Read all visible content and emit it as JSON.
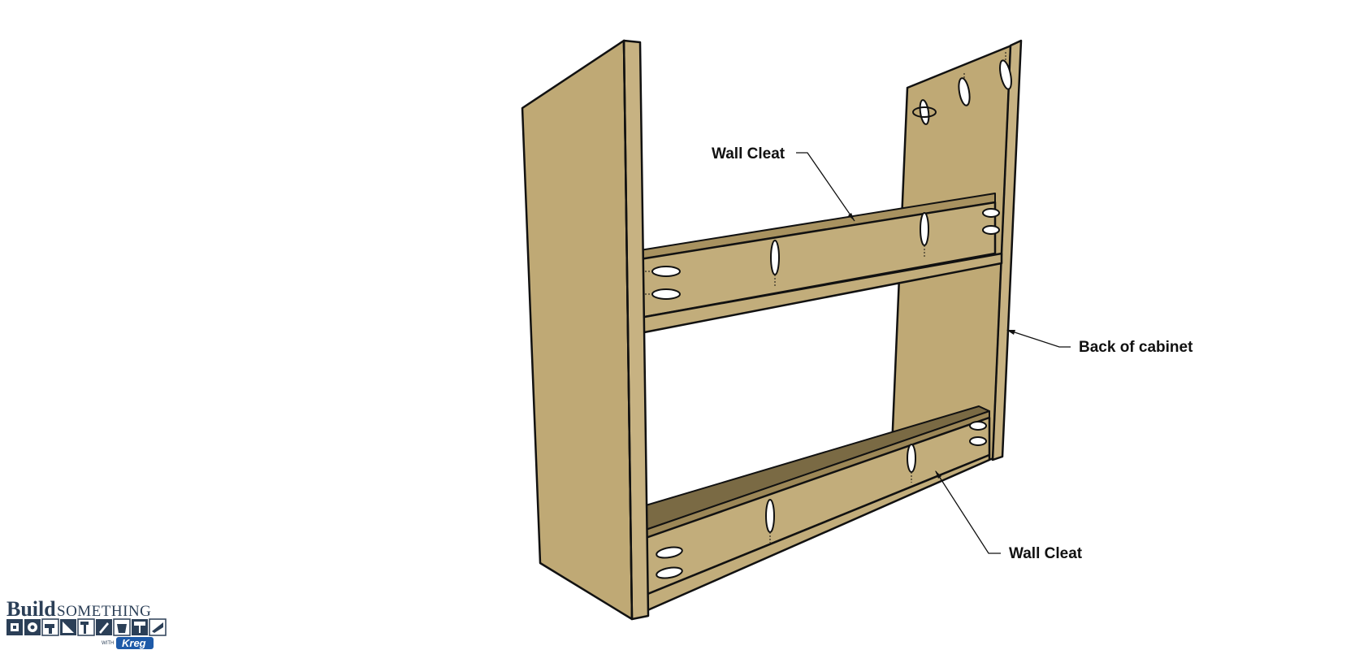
{
  "colors": {
    "wood": "#bfa975",
    "wood_light": "#c7b282",
    "wood_dark": "#7a6a44",
    "edge": "#111111",
    "background": "#ffffff",
    "brand": "#2b3f57",
    "kreg": "#1e5aa8"
  },
  "labels": {
    "wall_cleat_top": "Wall Cleat",
    "back_of_cabinet": "Back of cabinet",
    "wall_cleat_bottom": "Wall Cleat"
  },
  "logo": {
    "build": "Build",
    "something": "SOMETHING",
    "with": "WITH",
    "kreg": "Kreg",
    "icons": [
      "box-icon",
      "gear-icon",
      "drill-icon",
      "square-icon",
      "hammer-icon",
      "brush-icon",
      "bucket-icon",
      "paint-roller-icon",
      "saw-icon"
    ]
  }
}
